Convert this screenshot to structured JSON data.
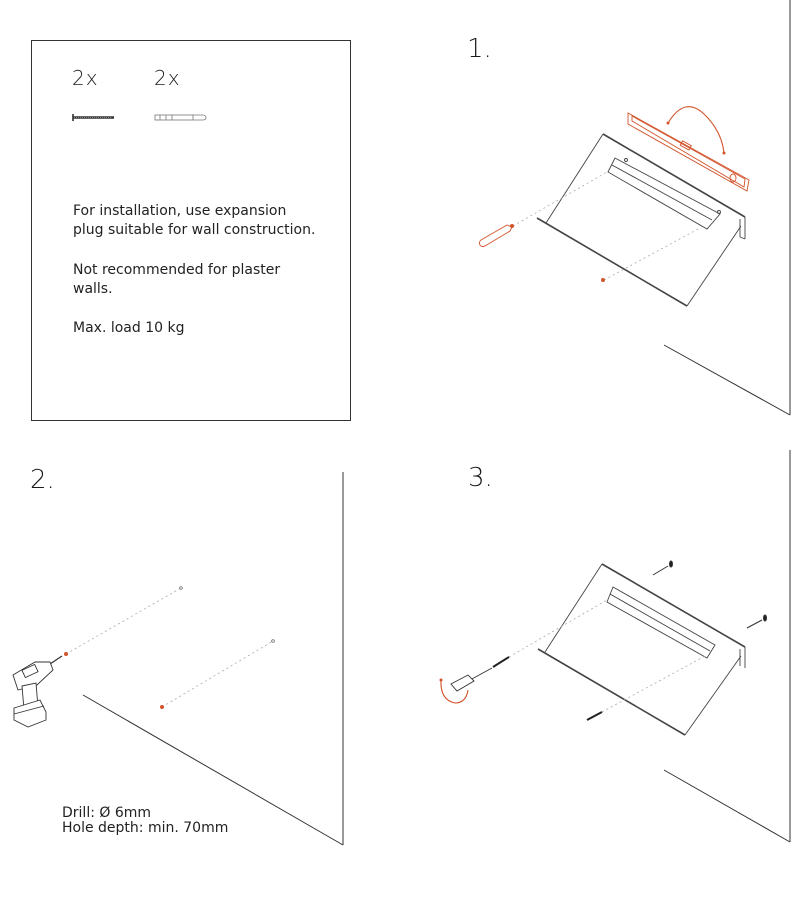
{
  "parts_box": {
    "items": [
      {
        "quantity": "2x",
        "icon": "screw-icon"
      },
      {
        "quantity": "2x",
        "icon": "wall-plug-icon"
      }
    ],
    "notes": [
      "For installation, use expansion",
      "plug suitable for wall construction.",
      "Not recommended for plaster",
      "walls.",
      "Max. load 10 kg"
    ]
  },
  "steps": [
    {
      "number": "1."
    },
    {
      "number": "2.",
      "drill_label": "Drill:  Ø 6mm",
      "depth_label": "Hole depth: min. 70mm"
    },
    {
      "number": "3."
    }
  ],
  "colors": {
    "accent": "#d2542c",
    "line": "#333333"
  }
}
